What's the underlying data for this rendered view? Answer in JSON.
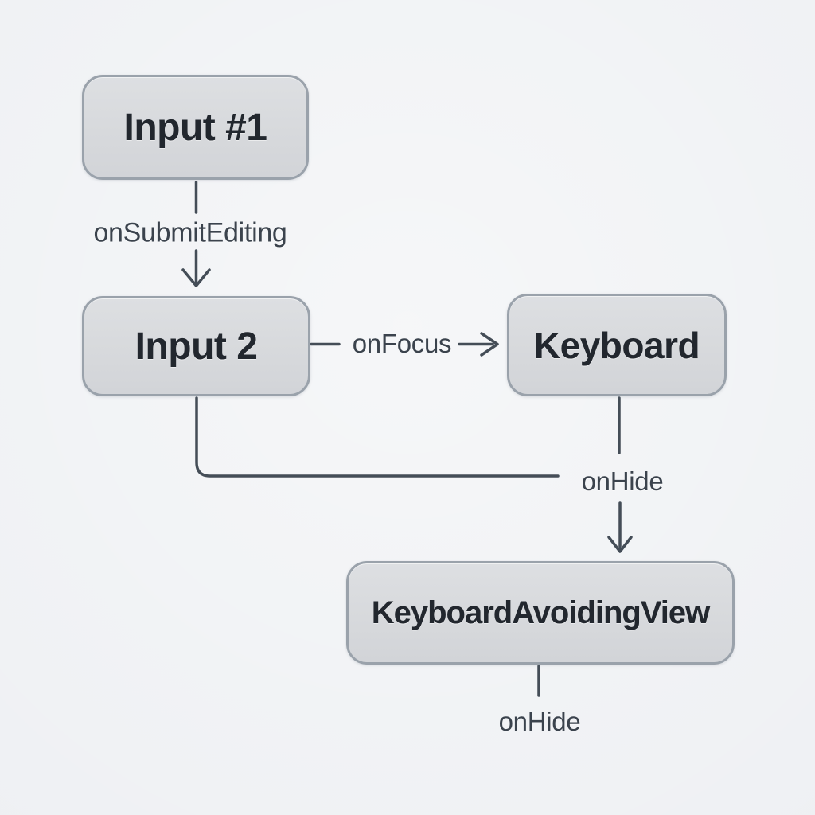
{
  "diagram": {
    "type": "flowchart",
    "background_color": "#eef0f3",
    "node_fill": "#d7d9dc",
    "node_border_color": "#9aa2ab",
    "node_text_color": "#22272e",
    "edge_color": "#444d57",
    "edge_label_color": "#3b434d",
    "nodes": [
      {
        "id": "input1",
        "label": "Input #1"
      },
      {
        "id": "input2",
        "label": "Input 2"
      },
      {
        "id": "keyboard",
        "label": "Keyboard"
      },
      {
        "id": "kav",
        "label": "KeyboardAvoidingView"
      }
    ],
    "edge_labels": [
      {
        "id": "onsubmitediting",
        "text": "onSubmitEditing"
      },
      {
        "id": "onfocus",
        "text": "onFocus"
      },
      {
        "id": "onhide-1",
        "text": "onHide"
      },
      {
        "id": "onhide-2",
        "text": "onHide"
      }
    ],
    "edges": [
      {
        "from": "Input #1",
        "to": "Input 2",
        "label": "onSubmitEditing",
        "direction": "down"
      },
      {
        "from": "Input 2",
        "to": "Keyboard",
        "label": "onFocus",
        "direction": "right"
      },
      {
        "from": "Input 2",
        "to": "onHide junction",
        "label": "",
        "direction": "down-then-right"
      },
      {
        "from": "Keyboard",
        "to": "KeyboardAvoidingView",
        "label": "onHide",
        "direction": "down"
      },
      {
        "from": "KeyboardAvoidingView",
        "to": "",
        "label": "onHide",
        "direction": "down-stub"
      }
    ]
  }
}
